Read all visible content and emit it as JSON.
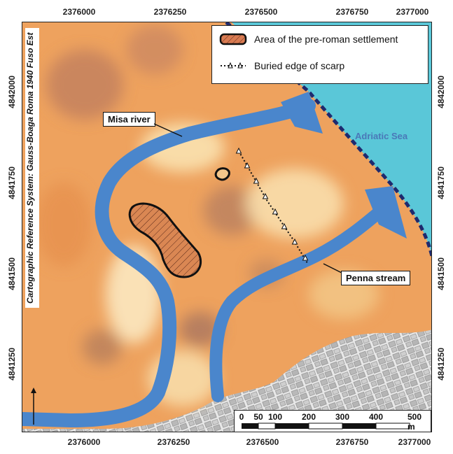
{
  "axes": {
    "x_ticks": [
      "2376000",
      "2376250",
      "2376500",
      "2376750",
      "2377000"
    ],
    "y_ticks": [
      "4842000",
      "4841750",
      "4841500",
      "4841250"
    ]
  },
  "crs_label": "Cartographic Reference System: Gauss-Boaga Roma 1940 Fuso Est",
  "legend": {
    "settlement": "Area of the pre-roman settlement",
    "scarp": "Buried edge of scarp"
  },
  "labels": {
    "misa": "Misa river",
    "penna": "Penna stream",
    "sea": "Adriatic Sea"
  },
  "scale": {
    "ticks": [
      "0",
      "50",
      "100",
      "200",
      "300",
      "400",
      "500 m"
    ]
  },
  "colors": {
    "river": "#4a86cc",
    "sea": "#5ac7d8",
    "map_orange": "#e89a55",
    "map_pale": "#f6d49e",
    "map_dark": "#b07a5c",
    "coast": "#1e2a6e"
  }
}
